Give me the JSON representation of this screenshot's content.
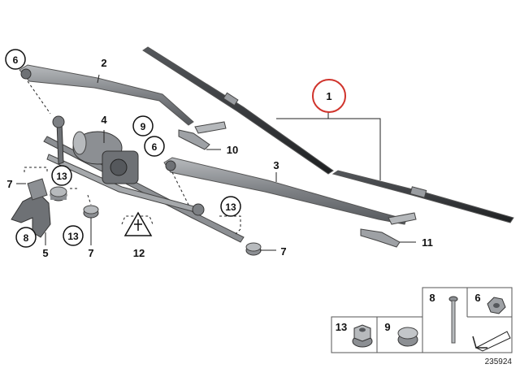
{
  "diagram": {
    "reference_number": "235924",
    "callouts": {
      "blade_set": "1",
      "arm_left": "2",
      "arm_right": "3",
      "motor": "4",
      "bracket": "5",
      "nut_upper_left": "6",
      "nut_mid": "6",
      "screw_left": "7",
      "screw_right": "7",
      "screw_bottom": "7",
      "bracket_badge": "8",
      "cap_badge": "9",
      "clip_label": "10",
      "clip_right": "11",
      "warning": "12",
      "bush_left": "13",
      "bush_bottom": "13",
      "bush_right": "13"
    },
    "legend": {
      "rivet": "8",
      "nut": "6",
      "flange_nut": "13",
      "cap": "9"
    }
  },
  "colors": {
    "part_fill": "#8c8f93",
    "part_dark": "#3c3e41",
    "blade": "#2b2d30",
    "highlight_circle": "#d0342c",
    "line": "#222222"
  }
}
